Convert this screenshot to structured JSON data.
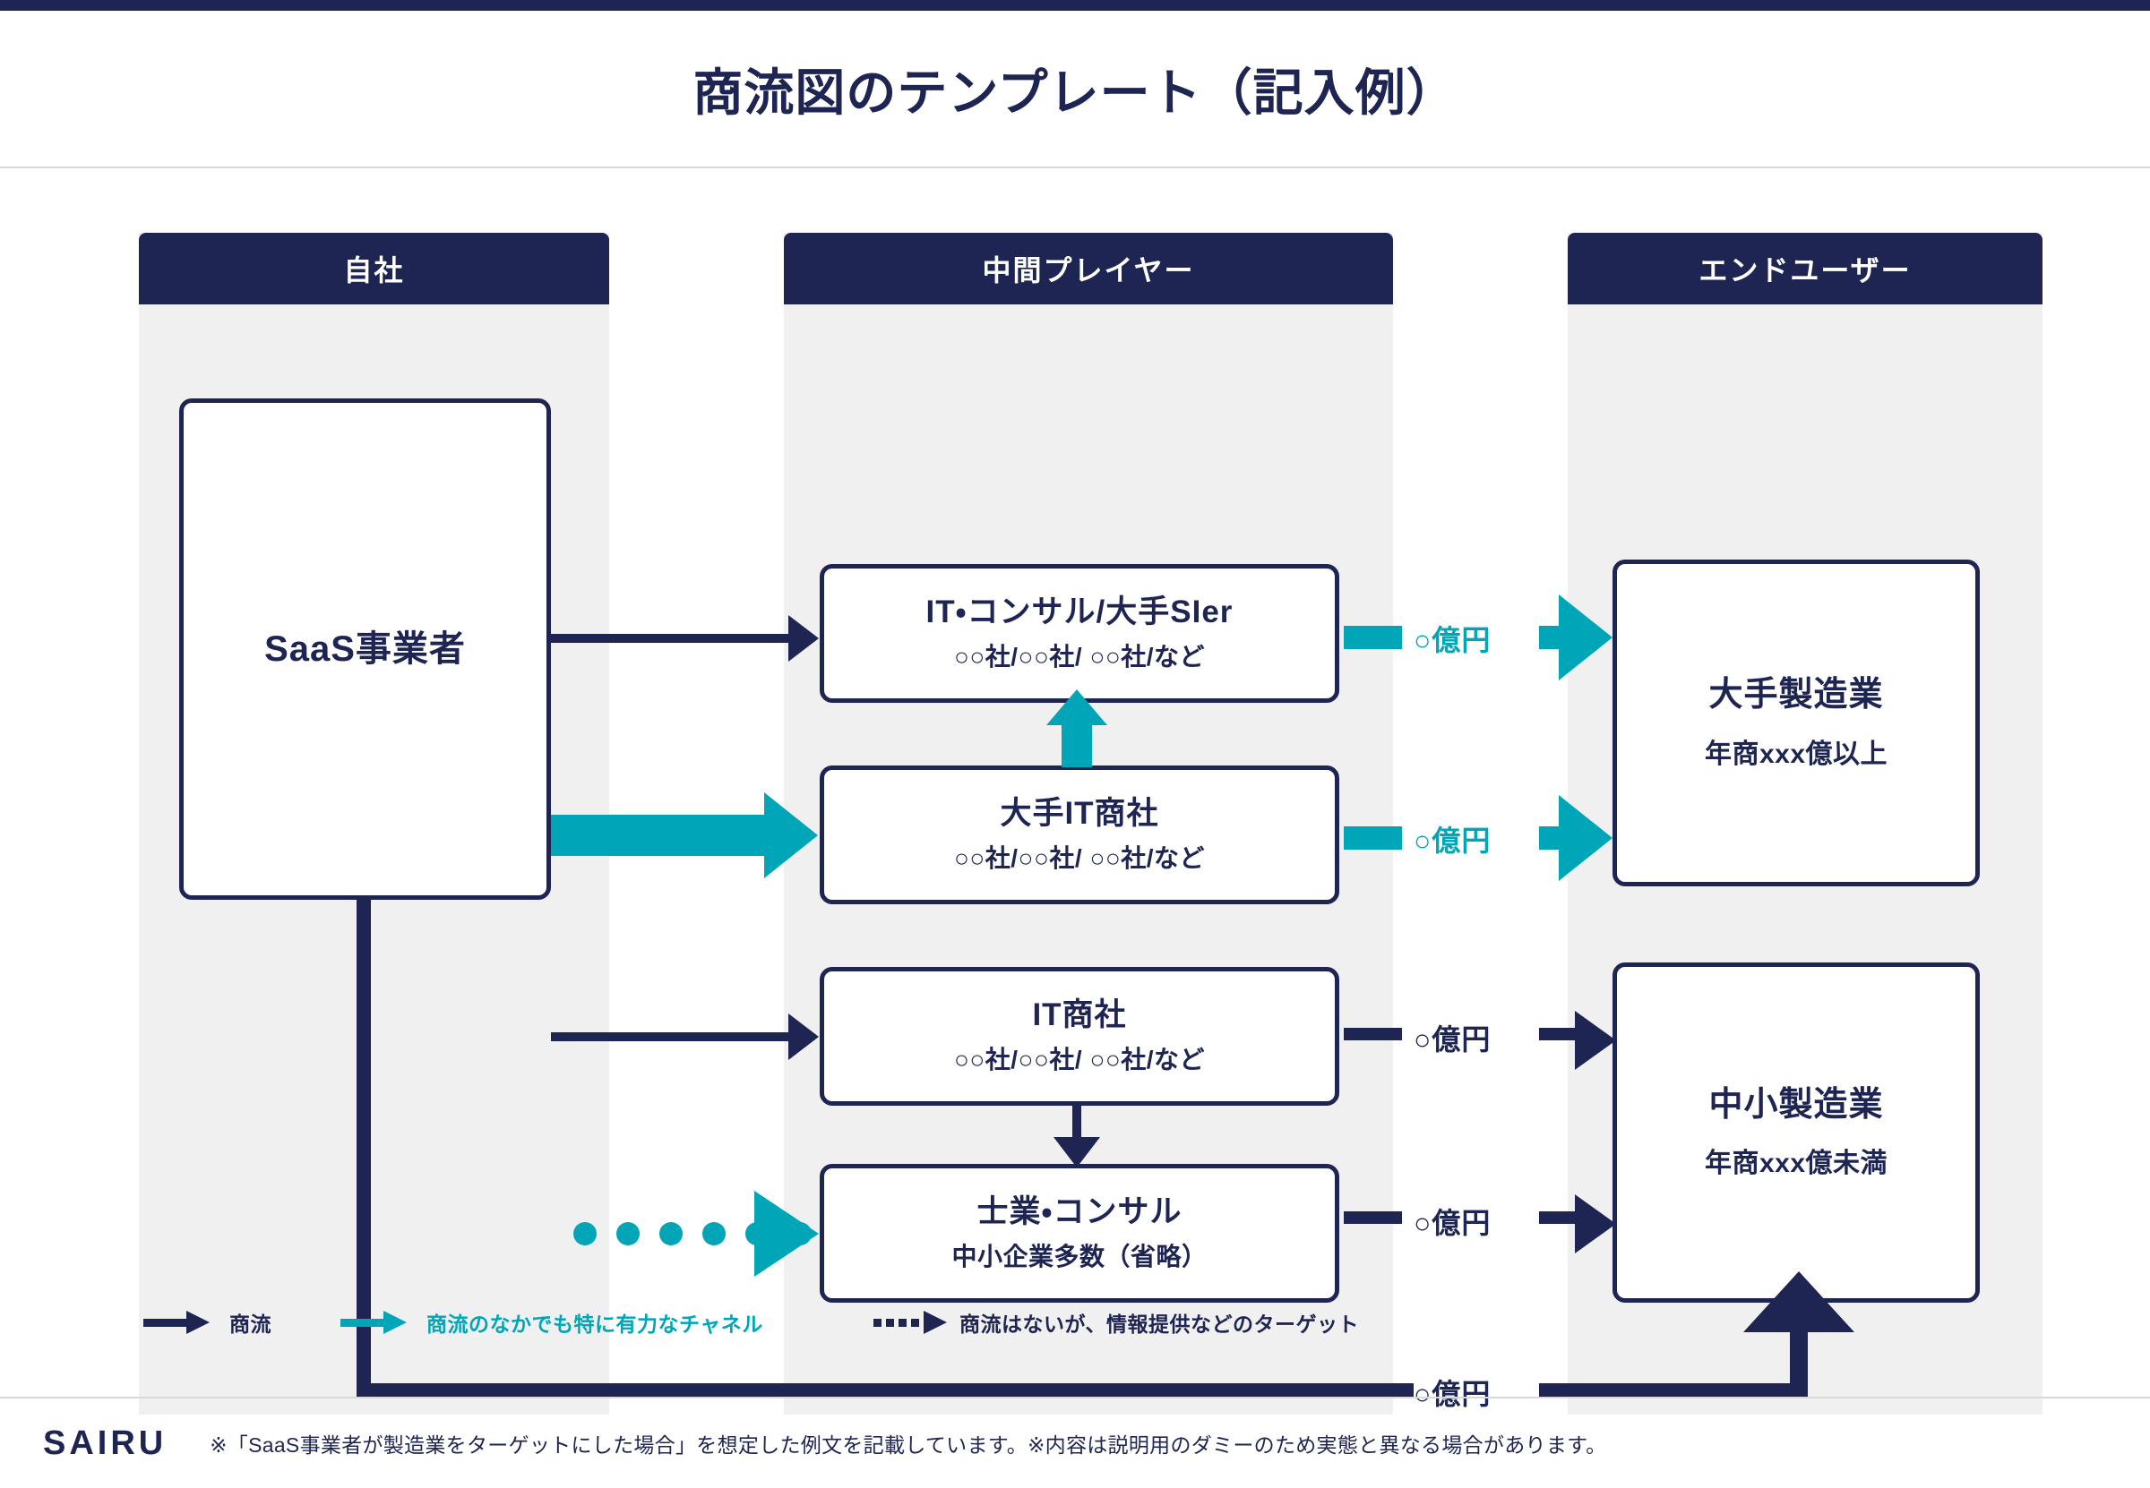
{
  "page": {
    "title": "商流図のテンプレート（記入例）",
    "accent_navy": "#1e2553",
    "accent_teal": "#00A6B8"
  },
  "columns": [
    {
      "key": "own",
      "label": "自社"
    },
    {
      "key": "mid",
      "label": "中間プレイヤー"
    },
    {
      "key": "end",
      "label": "エンドユーザー"
    }
  ],
  "nodes": {
    "saas": {
      "title": "SaaS事業者",
      "sub": ""
    },
    "sier": {
      "title": "IT・コンサル/大手SIer",
      "sub": "○○社/○○社/ ○○社/など"
    },
    "itoh": {
      "title": "大手IT商社",
      "sub": "○○社/○○社/ ○○社/など"
    },
    "it": {
      "title": "IT商社",
      "sub": "○○社/○○社/ ○○社/など"
    },
    "shi": {
      "title": "士業・コンサル",
      "sub": "中小企業多数（省略）"
    },
    "large": {
      "title": "大手製造業",
      "sub": "年商xxx億以上"
    },
    "small": {
      "title": "中小製造業",
      "sub": "年商xxx億未満"
    }
  },
  "money_labels": {
    "sier_to_large": "○億円",
    "itoh_to_large": "○億円",
    "it_to_small": "○億円",
    "shi_to_small": "○億円",
    "saas_to_small": "○億円"
  },
  "legend": [
    {
      "key": "flow",
      "style": "solid-navy",
      "label": "商流"
    },
    {
      "key": "strong",
      "style": "solid-teal",
      "label": "商流のなかでも特に有力なチャネル"
    },
    {
      "key": "target",
      "style": "dotted-navy",
      "label": "商流はないが、情報提供などのターゲット"
    }
  ],
  "footer": {
    "brand": "SAIRU",
    "note": "※「SaaS事業者が製造業をターゲットにした場合」を想定した例文を記載しています。※内容は説明用のダミーのため実態と異なる場合があります。"
  }
}
